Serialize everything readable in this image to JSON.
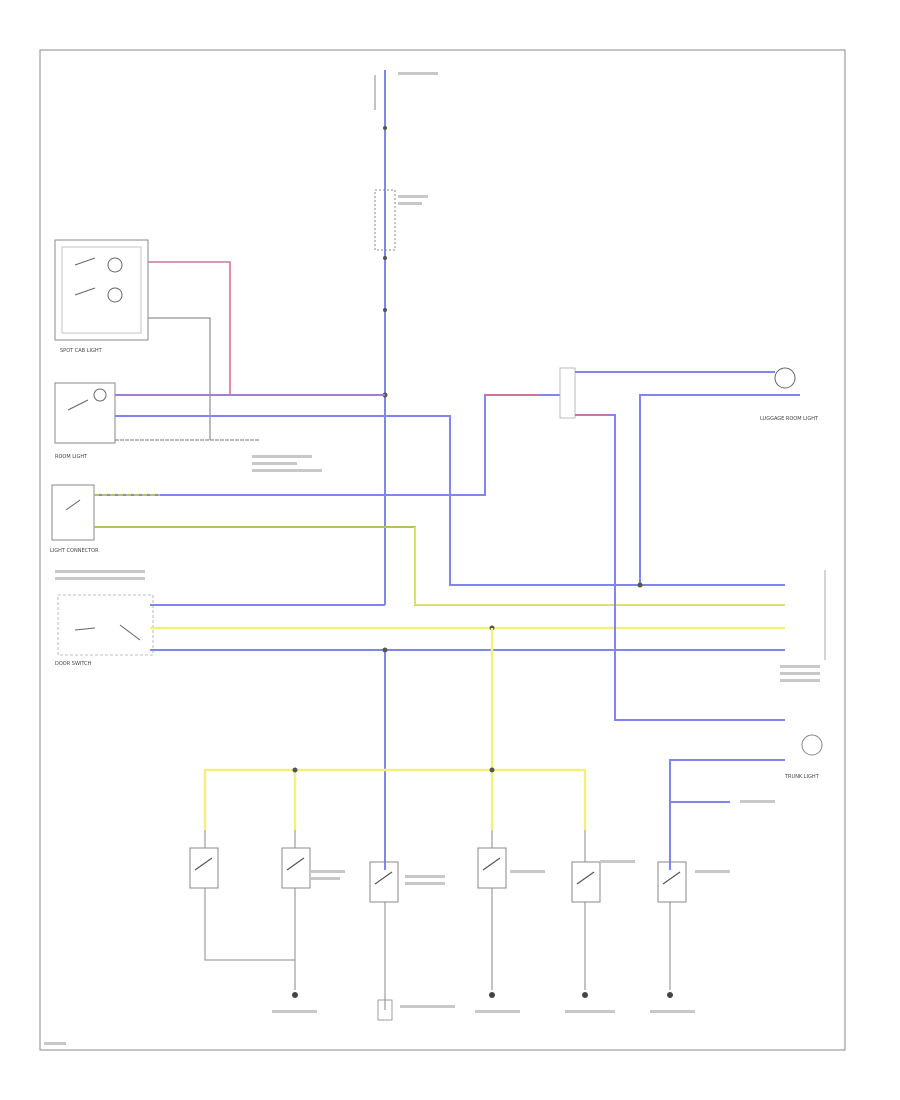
{
  "diagram": {
    "colors": {
      "blue": "#7f86f2",
      "pink": "#e07088",
      "yellow": "#f2f27a",
      "olive": "#b8c25a",
      "gray": "#777777",
      "frame": "#8a8a8a"
    },
    "icons": [
      "lamp-icon",
      "switch-icon",
      "ground-icon",
      "splice-icon",
      "connector-icon"
    ],
    "components": [
      {
        "id": "spot-light",
        "label": "SPOT CAB LIGHT"
      },
      {
        "id": "room-light",
        "label": "ROOM LIGHT"
      },
      {
        "id": "light-connector",
        "label": "LIGHT CONNECTOR"
      },
      {
        "id": "door-switch",
        "label": "DOOR SWITCH"
      },
      {
        "id": "luggage-light",
        "label": "LUGGAGE ROOM LIGHT"
      },
      {
        "id": "trunk-light",
        "label": "TRUNK LIGHT"
      }
    ],
    "switches": [
      {
        "id": "sw-lf"
      },
      {
        "id": "sw-rf"
      },
      {
        "id": "sw-lr"
      },
      {
        "id": "sw-rr"
      },
      {
        "id": "sw-rear-gate"
      },
      {
        "id": "sw-trunk"
      }
    ]
  }
}
